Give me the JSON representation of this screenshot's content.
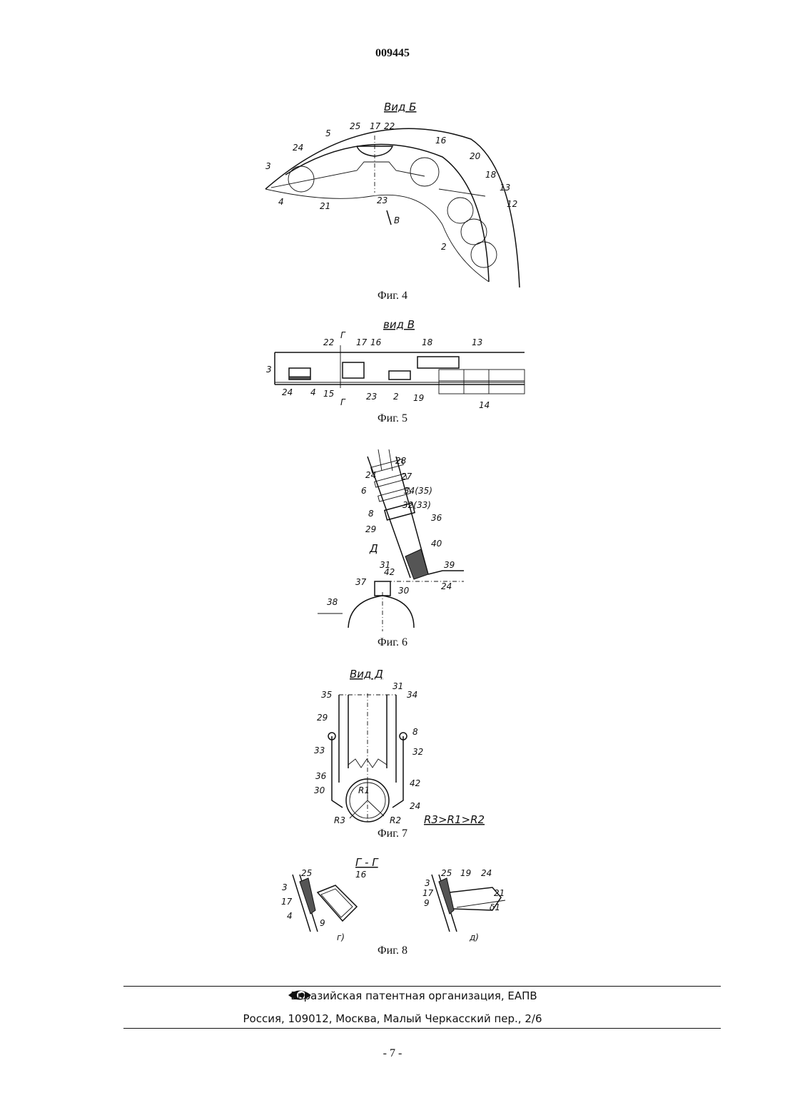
{
  "header": {
    "doc_number": "009445"
  },
  "figures": [
    {
      "caption": "Фиг. 4",
      "view_label": "Вид Б",
      "labels": [
        "3",
        "4",
        "24",
        "5",
        "21",
        "25",
        "17",
        "22",
        "23",
        "16",
        "20",
        "18",
        "13",
        "12",
        "2",
        "В"
      ]
    },
    {
      "caption": "Фиг. 5",
      "view_label": "вид В",
      "labels": [
        "3",
        "22",
        "Г",
        "17",
        "16",
        "18",
        "13",
        "24",
        "4",
        "15",
        "Г",
        "23",
        "2",
        "19",
        "14"
      ]
    },
    {
      "caption": "Фиг. 6",
      "labels": [
        "28",
        "24",
        "27",
        "6",
        "34(35)",
        "8",
        "32(33)",
        "36",
        "29",
        "40",
        "Д",
        "31",
        "39",
        "42",
        "30",
        "24",
        "37",
        "38"
      ]
    },
    {
      "caption": "Фиг. 7",
      "view_label": "Вид Д",
      "labels": [
        "31",
        "35",
        "34",
        "29",
        "8",
        "33",
        "32",
        "36",
        "30",
        "42",
        "24",
        "R1",
        "R3",
        "R2"
      ],
      "formula": "R3>R1>R2"
    },
    {
      "caption": "Фиг. 8",
      "view_label": "Г - Г",
      "labels": [
        "3",
        "25",
        "17",
        "4",
        "9",
        "16",
        "г)",
        "3",
        "25",
        "19",
        "24",
        "17",
        "9",
        "21",
        "δ1",
        "д)"
      ]
    }
  ],
  "footer": {
    "organization": "Евразийская патентная организация, ЕАПВ",
    "address": "Россия, 109012, Москва, Малый Черкасский пер., 2/6",
    "logo_icon": "eapo-eye-logo-icon"
  },
  "page_number": "- 7 -"
}
